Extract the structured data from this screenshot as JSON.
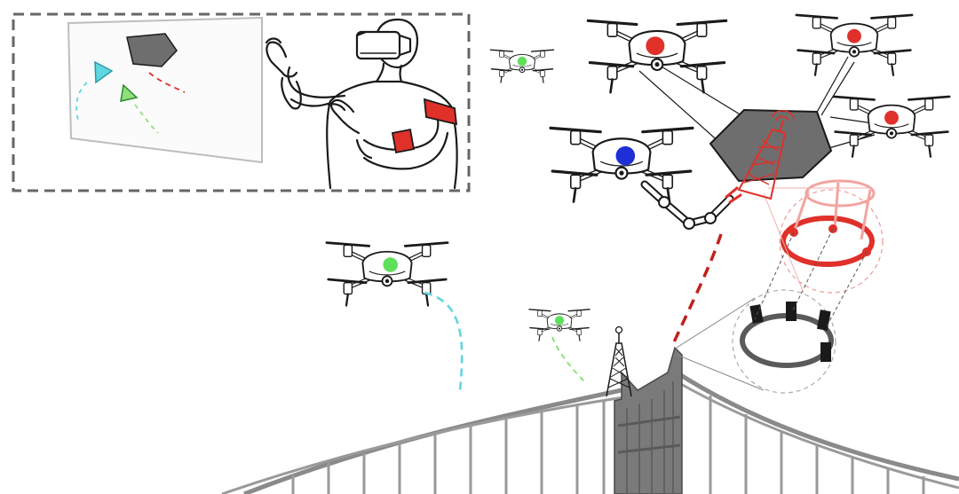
{
  "colors": {
    "line": "#1a1a1a",
    "drone_body": "#ffffff",
    "target_dot": "#e0302a",
    "leader_dot": "#1f2fd6",
    "scout_dot": "#5fe05a",
    "payload_gray": "#6e6e6e",
    "bridge_gray": "#8a8a8a",
    "mission_red": "#e0302a",
    "path_cyan": "#5fd6e0",
    "path_green": "#8fe07a",
    "inset_border": "#666666"
  },
  "icons": {
    "operator": "vr-headset-operator-icon",
    "display": "projection-screen-icon",
    "drone": "quadcopter-drone-icon",
    "payload": "hexagon-payload-icon",
    "tower": "transmission-tower-icon",
    "arm": "robotic-manipulator-arm-icon",
    "ring": "clamp-ring-icon",
    "bridge": "suspension-bridge-icon"
  },
  "drones": [
    {
      "id": "scout-small-top",
      "role": "scout",
      "dot": "green"
    },
    {
      "id": "carrier-1",
      "role": "carrier",
      "dot": "red"
    },
    {
      "id": "carrier-2",
      "role": "carrier",
      "dot": "red"
    },
    {
      "id": "carrier-3",
      "role": "carrier",
      "dot": "red"
    },
    {
      "id": "leader",
      "role": "manipulator",
      "dot": "blue"
    },
    {
      "id": "scout-mid",
      "role": "scout",
      "dot": "green"
    },
    {
      "id": "scout-small-low",
      "role": "scout",
      "dot": "green"
    }
  ]
}
